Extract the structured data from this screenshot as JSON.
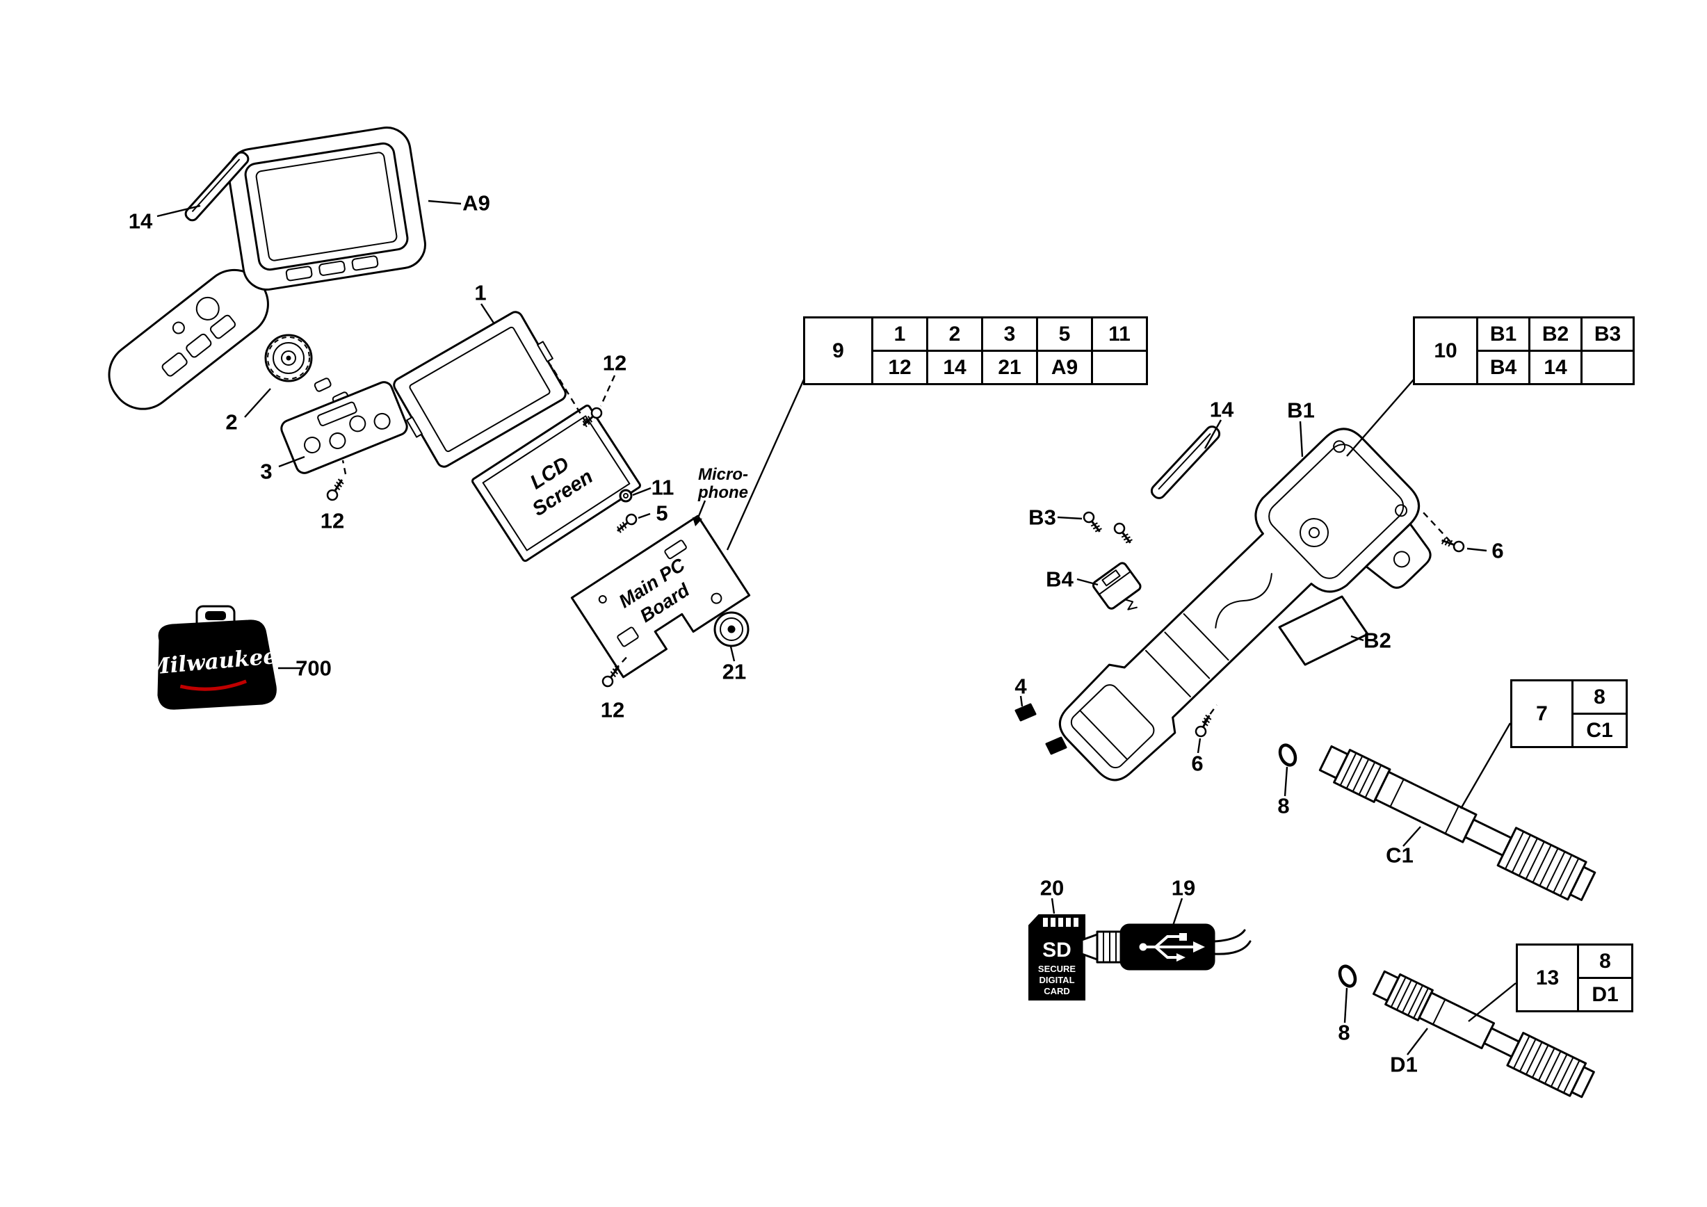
{
  "diagram": {
    "background": "#ffffff",
    "line_color": "#000000",
    "accent_red": "#cc0000"
  },
  "labels": {
    "p14_left": "14",
    "pA9": "A9",
    "p1": "1",
    "p12_top": "12",
    "p2": "2",
    "p3": "3",
    "p12_mid": "12",
    "p11": "11",
    "p5": "5",
    "p21": "21",
    "p12_bot": "12",
    "p700": "700",
    "p14_right": "14",
    "pB1": "B1",
    "pB3": "B3",
    "pB4": "B4",
    "pB2": "B2",
    "p4": "4",
    "p6_bottom": "6",
    "p6_right": "6",
    "p8_c": "8",
    "pC1": "C1",
    "p20": "20",
    "p19": "19",
    "p8_d": "8",
    "pD1": "D1"
  },
  "callouts": {
    "microphone": {
      "line1": "Micro-",
      "line2": "phone"
    },
    "lcd_screen": {
      "line1": "LCD",
      "line2": "Screen"
    },
    "main_pc_board": {
      "line1": "Main PC",
      "line2": "Board"
    }
  },
  "case_logo": "Milwaukee",
  "sd_card": {
    "title": "SD",
    "subtitle1": "SECURE",
    "subtitle2": "DIGITAL",
    "subtitle3": "CARD"
  },
  "tables": {
    "kit9": {
      "key": "9",
      "row1": [
        "1",
        "2",
        "3",
        "5",
        "11"
      ],
      "row2": [
        "12",
        "14",
        "21",
        "A9",
        ""
      ]
    },
    "kit10": {
      "key": "10",
      "row1": [
        "B1",
        "B2",
        "B3"
      ],
      "row2": [
        "B4",
        "14",
        ""
      ]
    },
    "kit7": {
      "key": "7",
      "row1": [
        "8"
      ],
      "row2": [
        "C1"
      ]
    },
    "kit13": {
      "key": "13",
      "row1": [
        "8"
      ],
      "row2": [
        "D1"
      ]
    }
  }
}
